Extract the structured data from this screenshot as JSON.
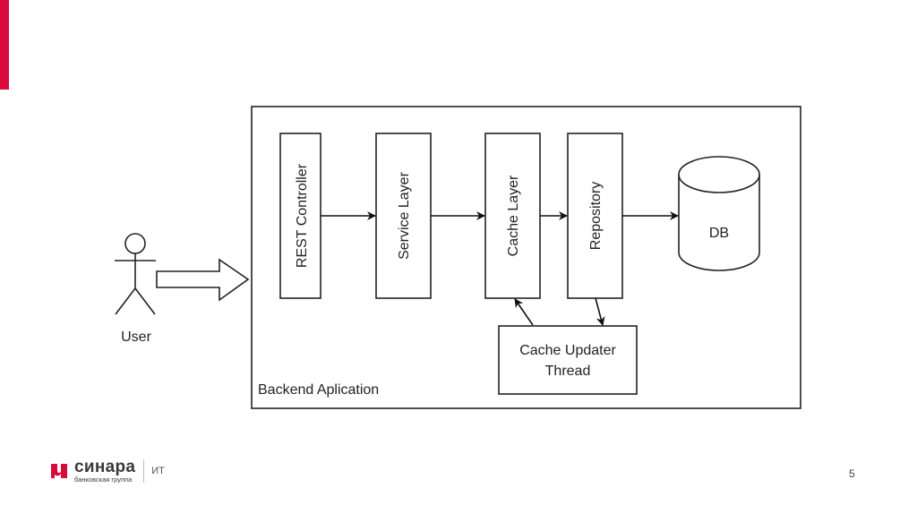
{
  "slide": {
    "accent_color": "#d90a3c",
    "page_number": "5"
  },
  "diagram": {
    "actor": {
      "label": "User"
    },
    "container": {
      "label": "Backend Aplication"
    },
    "components": {
      "rest_controller": "REST Controller",
      "service_layer": "Service Layer",
      "cache_layer": "Cache Layer",
      "repository": "Repository",
      "db": "DB",
      "cache_updater_line1": "Cache Updater",
      "cache_updater_line2": "Thread"
    },
    "edges": [
      {
        "from": "User",
        "to": "Backend Aplication",
        "style": "block-arrow"
      },
      {
        "from": "REST Controller",
        "to": "Service Layer"
      },
      {
        "from": "Service Layer",
        "to": "Cache Layer"
      },
      {
        "from": "Cache Layer",
        "to": "Repository"
      },
      {
        "from": "Repository",
        "to": "DB"
      },
      {
        "from": "Repository",
        "to": "Cache Updater Thread"
      },
      {
        "from": "Cache Updater Thread",
        "to": "Cache Layer"
      }
    ]
  },
  "footer": {
    "logo_name": "синара",
    "logo_subtitle": "банковская группа",
    "department": "ИТ"
  }
}
